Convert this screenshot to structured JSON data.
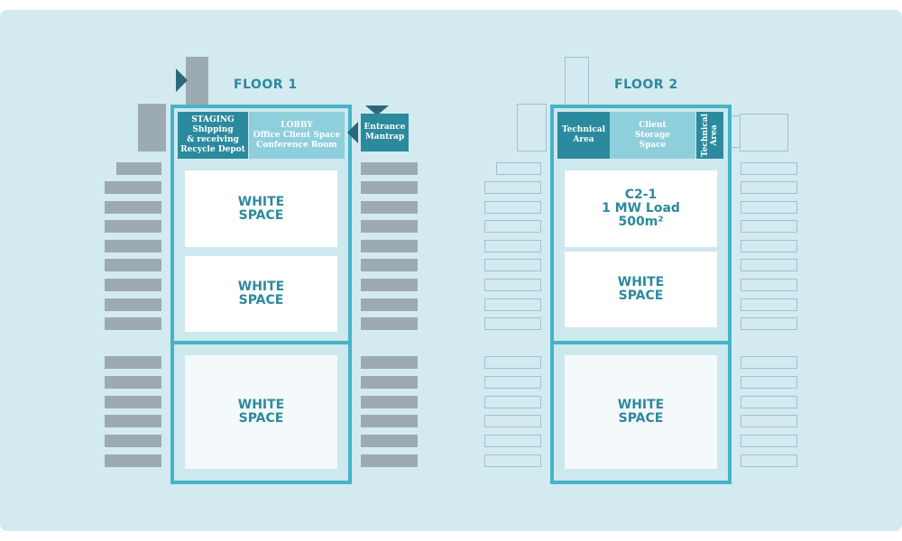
{
  "colors": {
    "background": "#d3eaf0",
    "outline": "#46b3c7",
    "text": "#2c8a9e",
    "room_dark": "#2c8a9e",
    "room_light": "#8fcfdb",
    "rack": "#9baab3",
    "arrow": "#2d6878"
  },
  "floor1": {
    "title": "FLOOR 1",
    "staging": {
      "line1": "STAGING",
      "line2": "Shipping",
      "line3": "& receiving",
      "line4": "Recycle Depot"
    },
    "lobby": {
      "line1": "LOBBY",
      "line2": "Office Client Space",
      "line3": "Conference Room"
    },
    "entrance": {
      "line1": "Entrance",
      "line2": "Mantrap"
    },
    "white_spaces": [
      {
        "line1": "WHITE",
        "line2": "SPACE"
      },
      {
        "line1": "WHITE",
        "line2": "SPACE"
      },
      {
        "line1": "WHITE",
        "line2": "SPACE"
      }
    ]
  },
  "floor2": {
    "title": "FLOOR 2",
    "technical_left": {
      "line1": "Technical",
      "line2": "Area"
    },
    "client_storage": {
      "line1": "Client",
      "line2": "Storage",
      "line3": "Space"
    },
    "technical_right": {
      "line1": "Technical",
      "line2": "Area"
    },
    "suite": {
      "line1": "C2-1",
      "line2": "1 MW Load",
      "line3": "500m²"
    },
    "white_spaces": [
      {
        "line1": "WHITE",
        "line2": "SPACE"
      },
      {
        "line1": "WHITE",
        "line2": "SPACE"
      }
    ]
  }
}
